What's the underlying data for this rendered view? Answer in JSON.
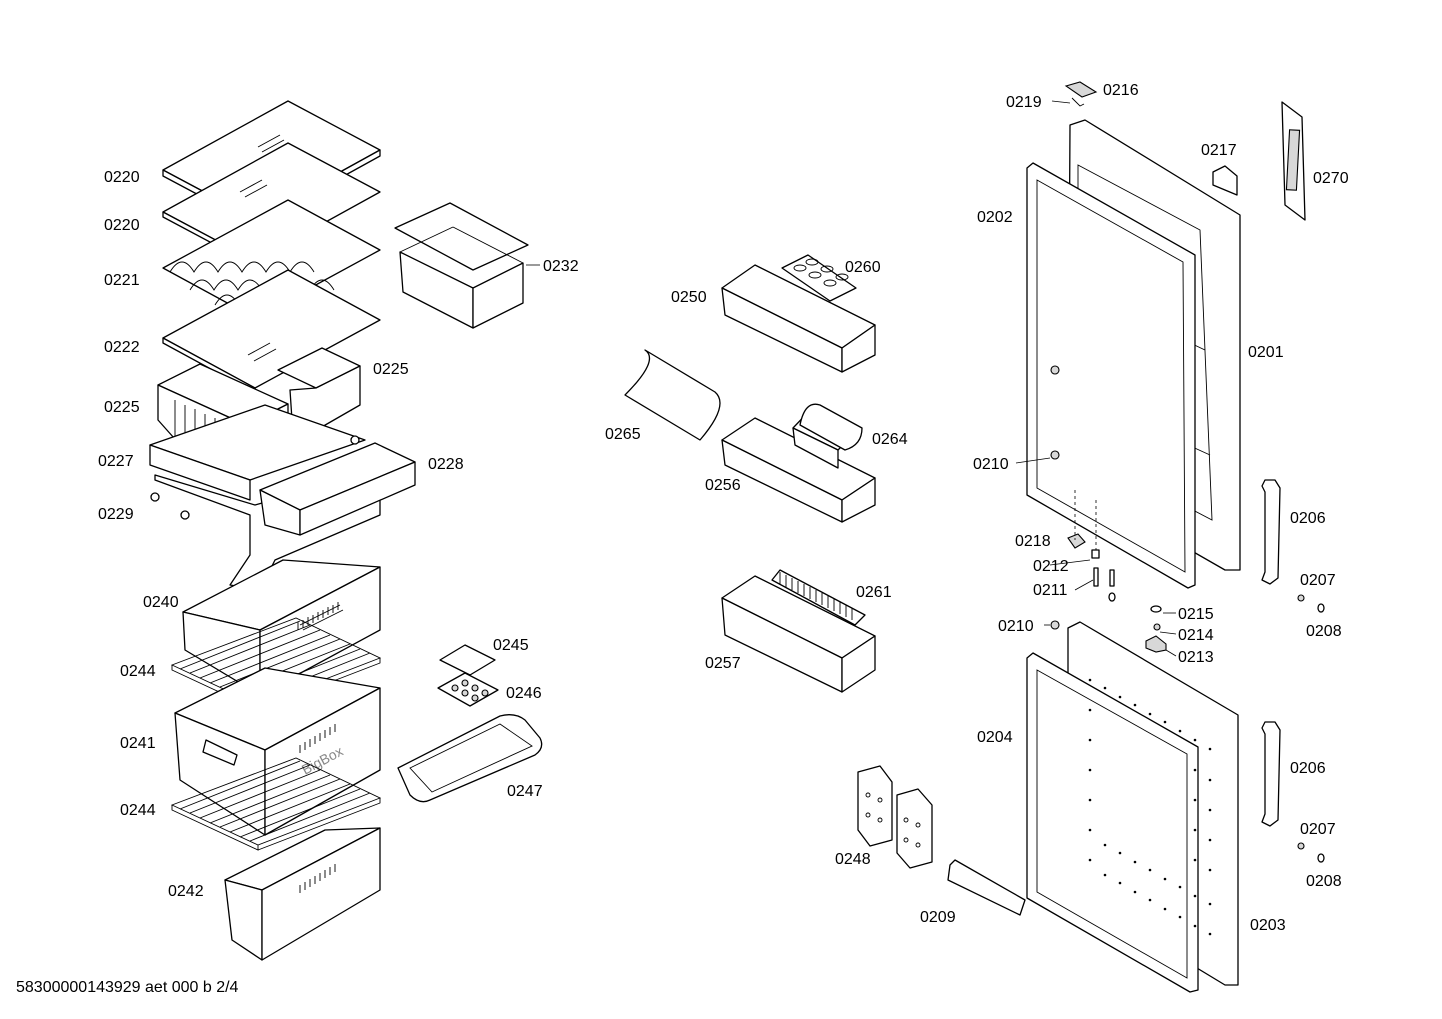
{
  "labels": {
    "p0220a": "0220",
    "p0220b": "0220",
    "p0221": "0221",
    "p0222": "0222",
    "p0225a": "0225",
    "p0225b": "0225",
    "p0227": "0227",
    "p0228": "0228",
    "p0229": "0229",
    "p0232": "0232",
    "p0240": "0240",
    "p0244a": "0244",
    "p0241": "0241",
    "p0244b": "0244",
    "p0242": "0242",
    "p0245": "0245",
    "p0246": "0246",
    "p0247": "0247",
    "p0250": "0250",
    "p0260": "0260",
    "p0265": "0265",
    "p0264": "0264",
    "p0256": "0256",
    "p0261": "0261",
    "p0257": "0257",
    "p0248": "0248",
    "p0209": "0209",
    "p0219": "0219",
    "p0216": "0216",
    "p0217": "0217",
    "p0270": "0270",
    "p0202": "0202",
    "p0201": "0201",
    "p0210a": "0210",
    "p0218": "0218",
    "p0212": "0212",
    "p0211": "0211",
    "p0206a": "0206",
    "p0207a": "0207",
    "p0208a": "0208",
    "p0215": "0215",
    "p0214": "0214",
    "p0213": "0213",
    "p0210b": "0210",
    "p0204": "0204",
    "p0206b": "0206",
    "p0207b": "0207",
    "p0208b": "0208",
    "p0203": "0203"
  },
  "bigbox_text": "BigBox",
  "footer": "58300000143929 aet 000 b 2/4"
}
